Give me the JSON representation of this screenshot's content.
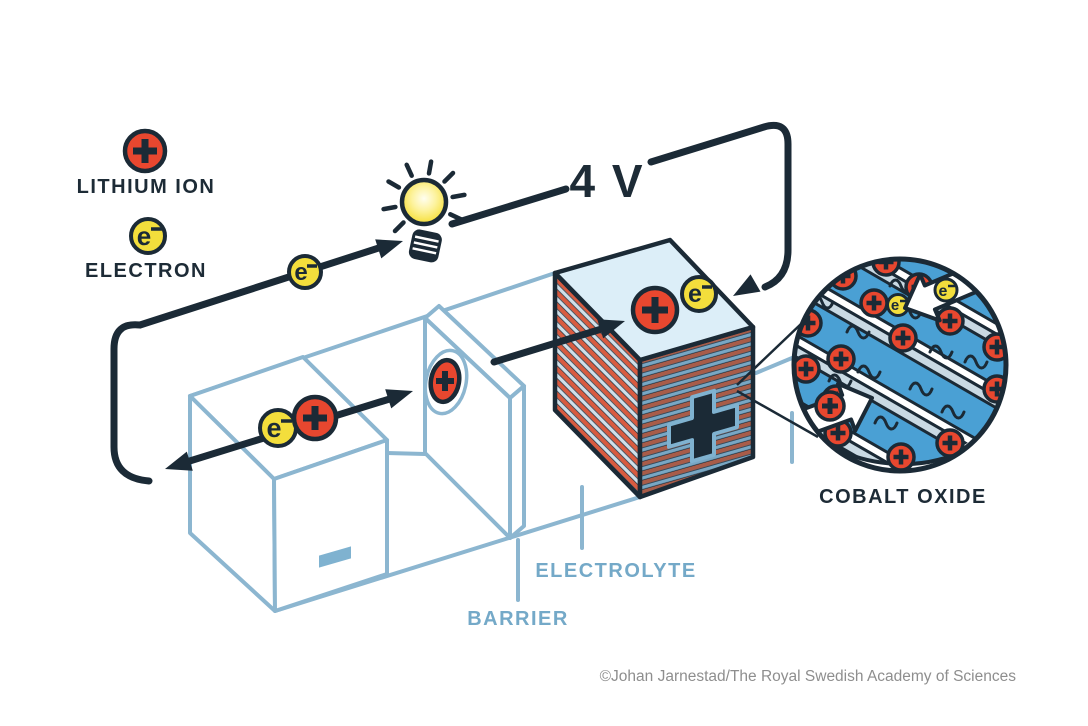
{
  "diagram": {
    "voltage_label": "4 V",
    "legend": {
      "lithium_ion": "LITHIUM ION",
      "electron": "ELECTRON"
    },
    "component_labels": {
      "electrolyte": "ELECTROLYTE",
      "barrier": "BARRIER",
      "cobalt_oxide": "COBALT OXIDE"
    },
    "symbols": {
      "electron": "e",
      "plus": "+",
      "minus": "−"
    },
    "credit": "©Johan Jarnestad/The Royal Swedish Academy of Sciences",
    "colors": {
      "ink": "#1b2a36",
      "lithium_red": "#e8472f",
      "electron_yellow": "#f3de3c",
      "outline_blue": "#8cb6d0",
      "label_blue": "#74a9c8",
      "electrode_top_blue": "#dceef8",
      "lens_blue": "#4aa0d4",
      "stripe_red_bright": "#d85b40",
      "stripe_blue_pale": "#cfdfe9",
      "stripe_red_muted": "#a85c49",
      "stripe_blue_steel": "#78a7c4",
      "bulb_yellow": "#f7e13e",
      "credit_gray": "#8e8e8e"
    }
  }
}
